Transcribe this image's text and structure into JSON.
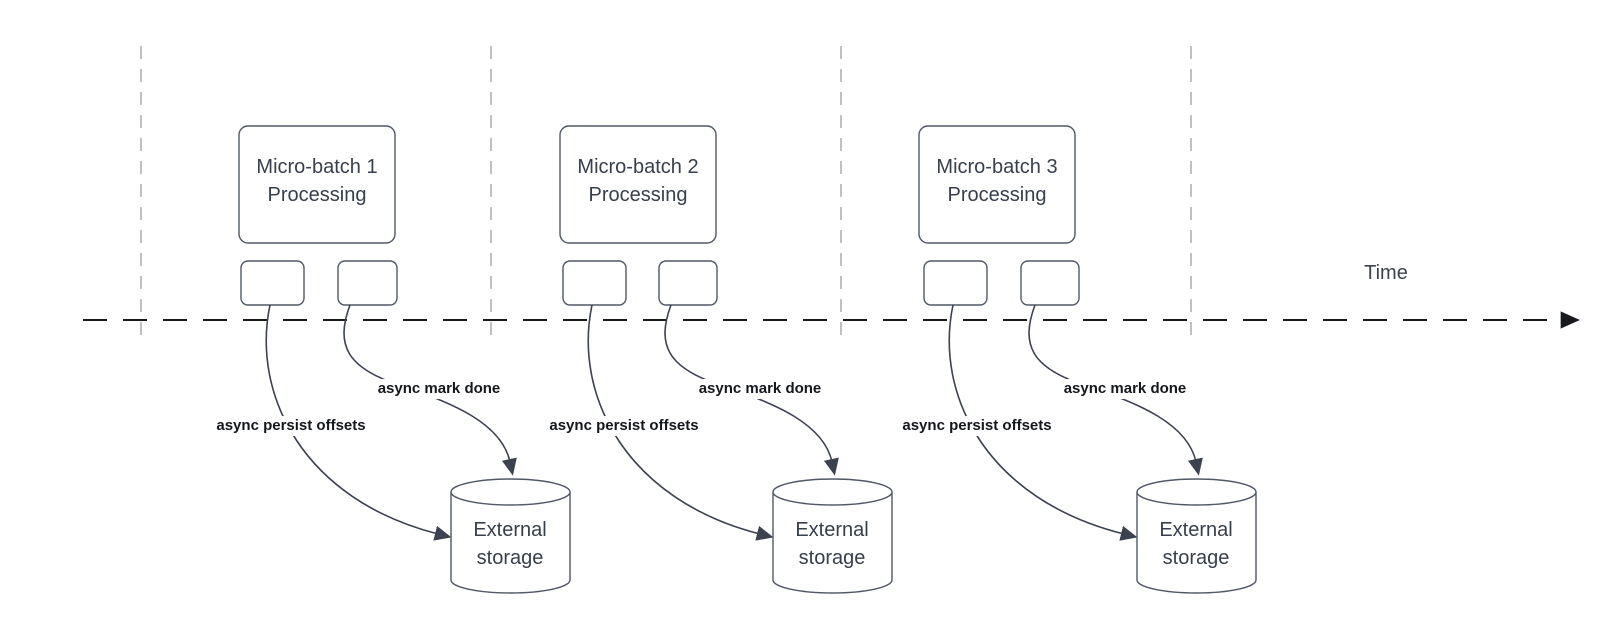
{
  "time_axis": {
    "label": "Time"
  },
  "groups": [
    {
      "title": "Micro-batch 1\nProcessing",
      "persist_label": "async persist offsets",
      "done_label": "async mark done",
      "storage": "External\nstorage"
    },
    {
      "title": "Micro-batch 2\nProcessing",
      "persist_label": "async persist offsets",
      "done_label": "async mark done",
      "storage": "External\nstorage"
    },
    {
      "title": "Micro-batch 3\nProcessing",
      "persist_label": "async persist offsets",
      "done_label": "async mark done",
      "storage": "External\nstorage"
    }
  ],
  "colors": {
    "bg": "#ffffff",
    "sep": "#b0b0b0",
    "axis": "#17191d",
    "shape-stroke": "#515866",
    "edge-stroke": "#3c4250",
    "node-text": "#383f4b",
    "label-text": "#14171c"
  }
}
